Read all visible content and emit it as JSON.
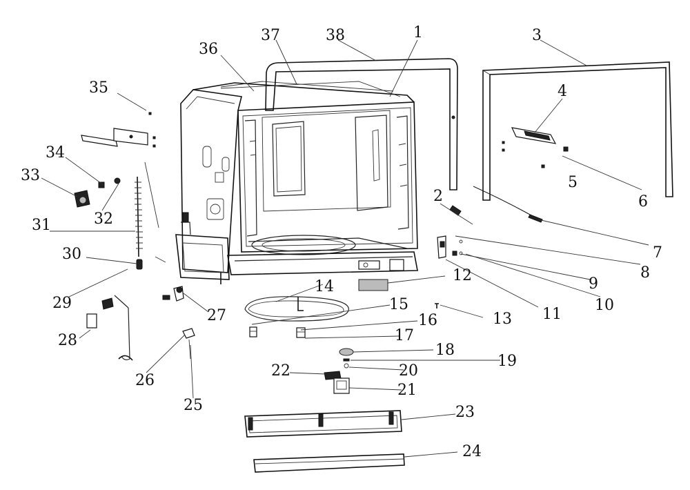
{
  "diagram": {
    "callouts": {
      "c1": "1",
      "c2": "2",
      "c3": "3",
      "c4": "4",
      "c5": "5",
      "c6": "6",
      "c7": "7",
      "c8": "8",
      "c9": "9",
      "c10": "10",
      "c11": "11",
      "c12": "12",
      "c13": "13",
      "c14": "14",
      "c15": "15",
      "c16": "16",
      "c17": "17",
      "c18": "18",
      "c19": "19",
      "c20": "20",
      "c21": "21",
      "c22": "22",
      "c23": "23",
      "c24": "24",
      "c25": "25",
      "c26": "26",
      "c27": "27",
      "c28": "28",
      "c29": "29",
      "c30": "30",
      "c31": "31",
      "c32": "32",
      "c33": "33",
      "c34": "34",
      "c35": "35",
      "c36": "36",
      "c37": "37",
      "c38": "38"
    }
  }
}
